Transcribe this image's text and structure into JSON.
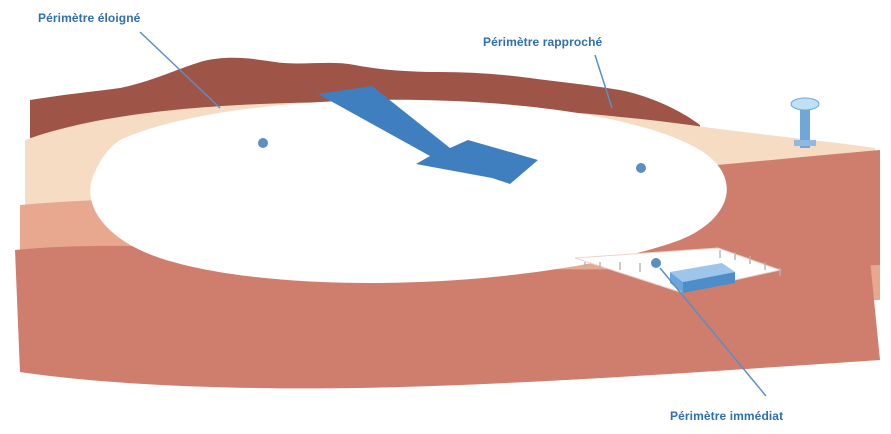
{
  "labels": {
    "far": "Périmètre éloigné",
    "near": "Périmètre rapproché",
    "immediate": "Périmètre immédiat"
  },
  "colors": {
    "label": "#2f6fb0",
    "arrow": "#3f7fbf",
    "pointer_line": "#5b8fc4",
    "far_mountain": "#9e5548",
    "light_band": "#f6dcc3",
    "mid_band": "#e8a88f",
    "ground": "#cf7d6d",
    "tower": "#6fa8d8",
    "catchment": "#ffffff"
  },
  "icons": {
    "flow": "groundwater-flow-arrow",
    "tower": "water-tower-icon",
    "well": "wellhead-block-icon"
  }
}
